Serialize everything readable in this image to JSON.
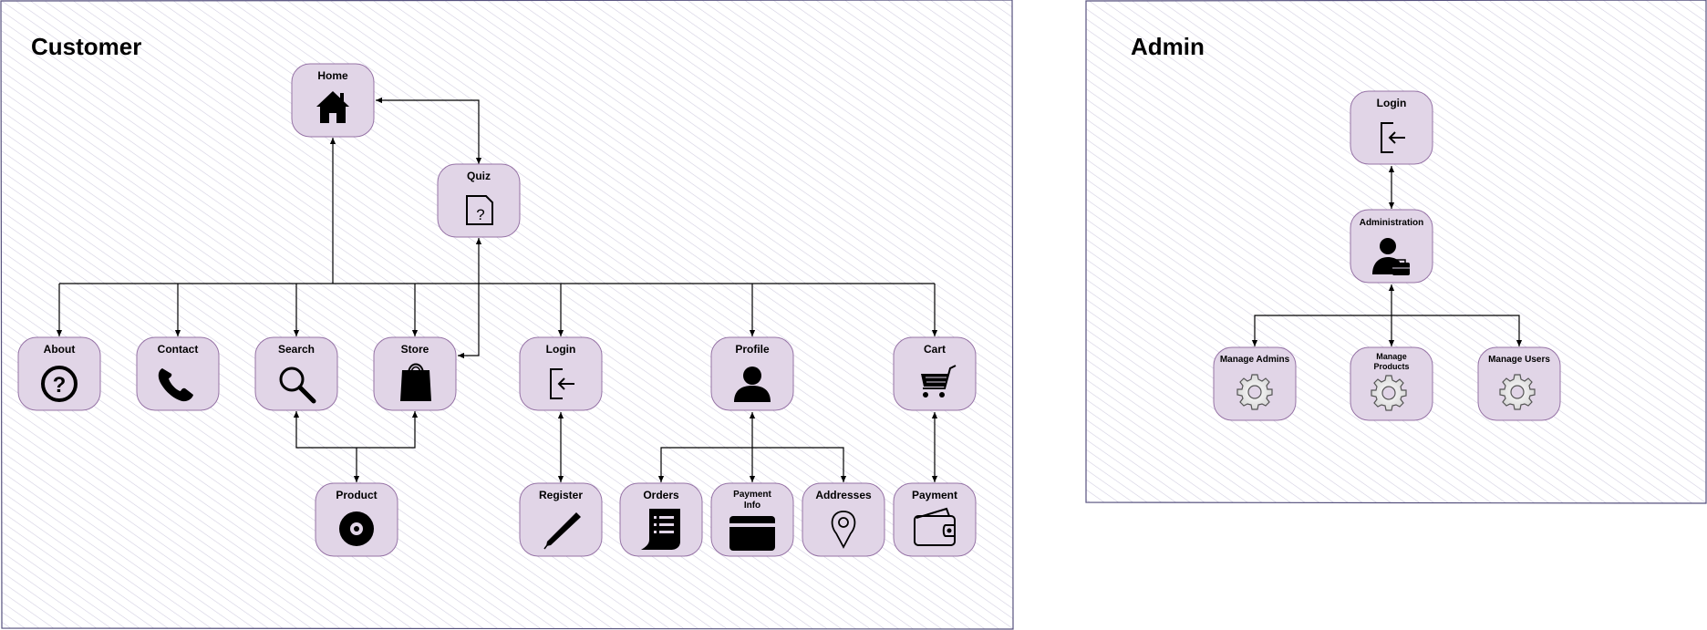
{
  "customer": {
    "title": "Customer",
    "nodes": {
      "home": "Home",
      "quiz": "Quiz",
      "about": "About",
      "contact": "Contact",
      "search": "Search",
      "store": "Store",
      "login": "Login",
      "profile": "Profile",
      "cart": "Cart",
      "product": "Product",
      "register": "Register",
      "orders": "Orders",
      "payment_info_line1": "Payment",
      "payment_info_line2": "Info",
      "addresses": "Addresses",
      "payment": "Payment"
    }
  },
  "admin": {
    "title": "Admin",
    "nodes": {
      "login": "Login",
      "administration": "Administration",
      "manage_admins": "Manage Admins",
      "manage_products_line1": "Manage",
      "manage_products_line2": "Products",
      "manage_users": "Manage Users"
    }
  },
  "colors": {
    "node_fill": "#e1d5e7",
    "node_stroke": "#9673a6",
    "panel_stroke": "#56517e",
    "hatch": "#d0cce0"
  },
  "icons": {
    "home": "house-icon",
    "quiz": "question-document-icon",
    "about": "help-circle-icon",
    "contact": "phone-icon",
    "search": "magnifier-icon",
    "store": "shopping-bag-icon",
    "login": "sign-in-icon",
    "profile": "user-icon",
    "cart": "shopping-cart-icon",
    "product": "disc-icon",
    "register": "pencil-icon",
    "orders": "receipt-list-icon",
    "payment_info": "credit-card-icon",
    "addresses": "map-pin-icon",
    "payment": "wallet-icon",
    "administration": "admin-user-icon",
    "manage": "gear-icon"
  }
}
